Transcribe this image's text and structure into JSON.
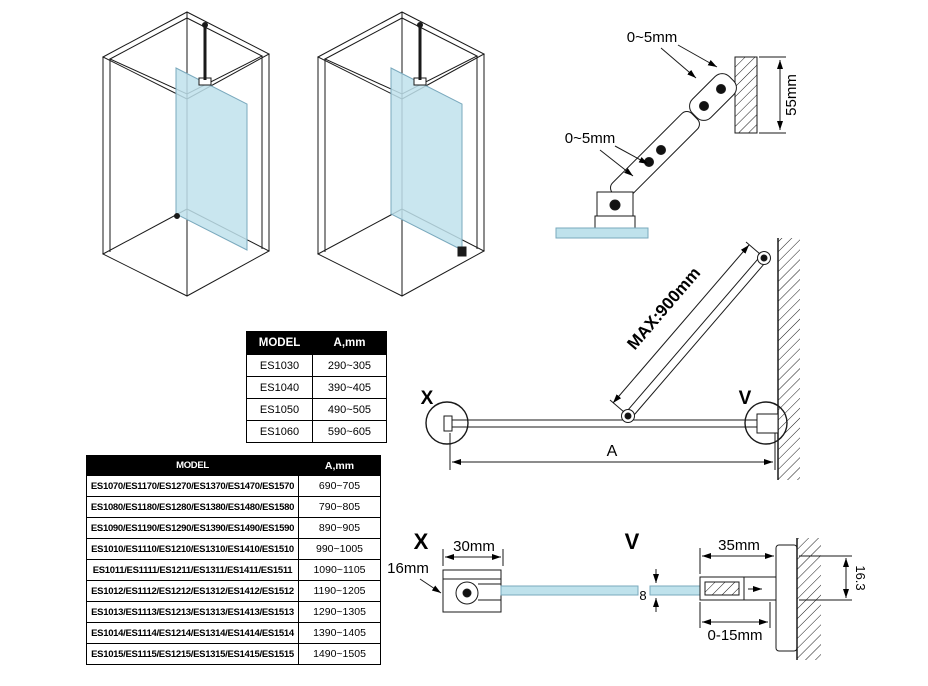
{
  "colors": {
    "glass": "#bfe2ec",
    "glass_edge": "#7aa9bd",
    "line": "#1a1a1a",
    "table_header_bg": "#000000",
    "table_header_fg": "#ffffff"
  },
  "labels": {
    "gap_top": "0~5mm",
    "gap_mid": "0~5mm",
    "wall_plate_height": "55mm",
    "brace_max": "MAX:900mm",
    "balloon_x": "X",
    "balloon_v": "V",
    "span": "A",
    "detail_x_title": "X",
    "detail_x_width": "30mm",
    "detail_x_depth": "16mm",
    "detail_v_title": "V",
    "detail_v_width": "35mm",
    "detail_v_depth": "16.3",
    "glass_thickness": "8",
    "wall_adjust": "0-15mm"
  },
  "tables": {
    "small": {
      "headers": [
        "MODEL",
        "A,mm"
      ],
      "rows": [
        [
          "ES1030",
          "290~305"
        ],
        [
          "ES1040",
          "390~405"
        ],
        [
          "ES1050",
          "490~505"
        ],
        [
          "ES1060",
          "590~605"
        ]
      ]
    },
    "large": {
      "headers": [
        "MODEL",
        "A,mm"
      ],
      "rows": [
        [
          "ES1070/ES1170/ES1270/ES1370/ES1470/ES1570",
          "690~705"
        ],
        [
          "ES1080/ES1180/ES1280/ES1380/ES1480/ES1580",
          "790~805"
        ],
        [
          "ES1090/ES1190/ES1290/ES1390/ES1490/ES1590",
          "890~905"
        ],
        [
          "ES1010/ES1110/ES1210/ES1310/ES1410/ES1510",
          "990~1005"
        ],
        [
          "ES1011/ES1111/ES1211/ES1311/ES1411/ES1511",
          "1090~1105"
        ],
        [
          "ES1012/ES1112/ES1212/ES1312/ES1412/ES1512",
          "1190~1205"
        ],
        [
          "ES1013/ES1113/ES1213/ES1313/ES1413/ES1513",
          "1290~1305"
        ],
        [
          "ES1014/ES1114/ES1214/ES1314/ES1414/ES1514",
          "1390~1405"
        ],
        [
          "ES1015/ES1115/ES1215/ES1315/ES1415/ES1515",
          "1490~1505"
        ]
      ]
    }
  }
}
